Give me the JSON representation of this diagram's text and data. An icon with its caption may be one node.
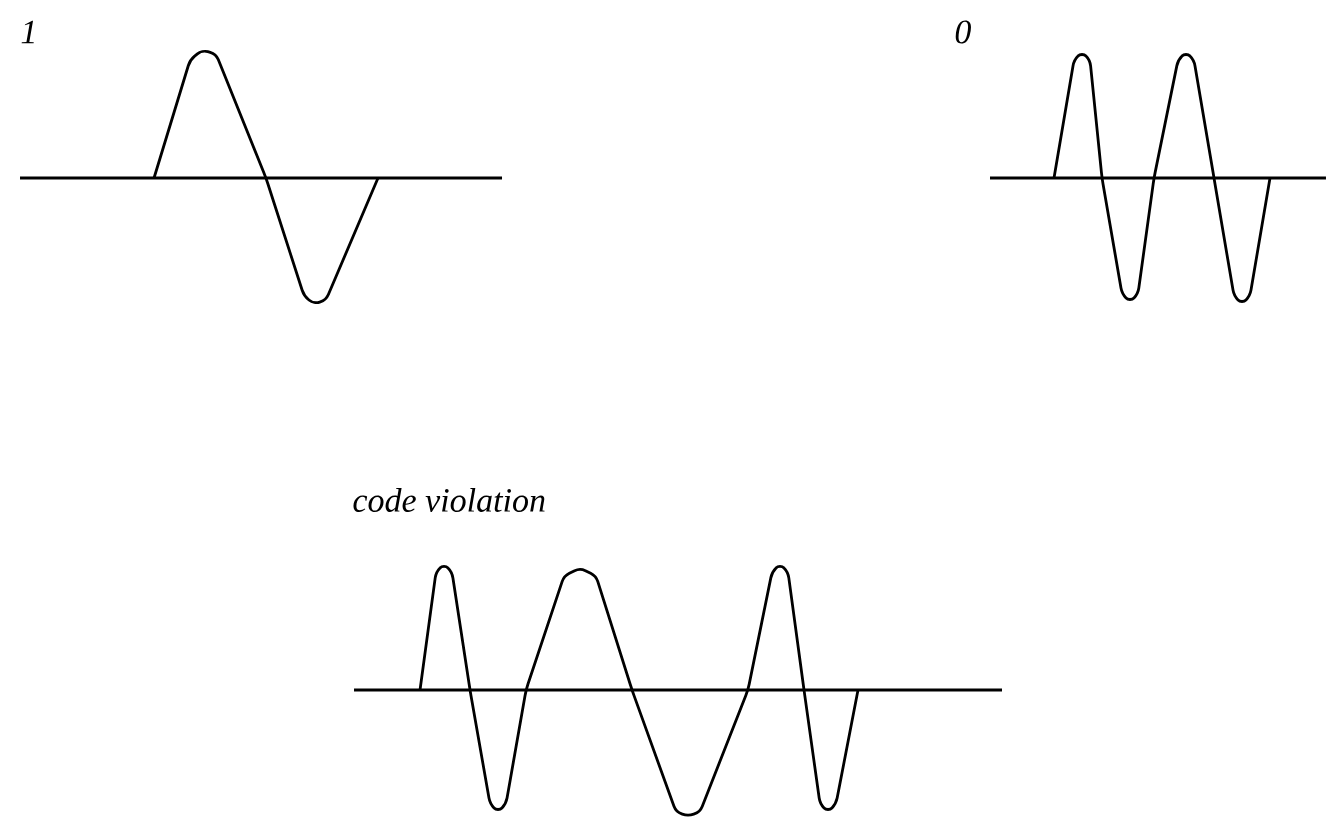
{
  "diagram": {
    "labels": [
      "1",
      "0",
      "code violation"
    ]
  }
}
